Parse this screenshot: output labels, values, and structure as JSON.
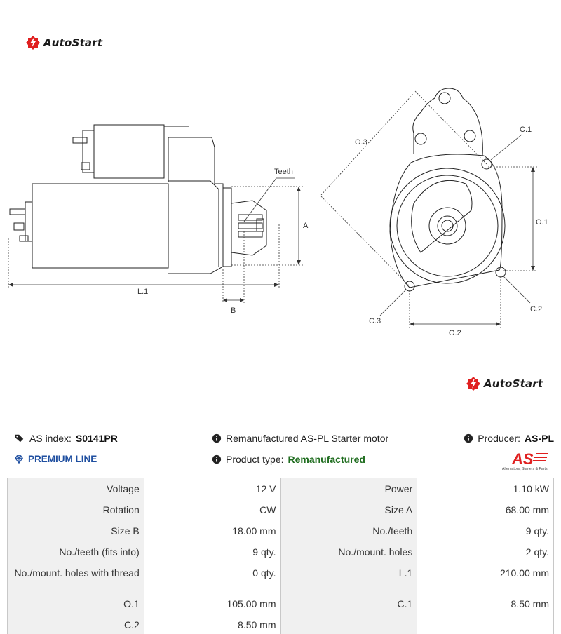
{
  "brand": {
    "name": "AutoStart",
    "accent": "#e02020"
  },
  "drawing_labels": {
    "teeth": "Teeth",
    "a": "A",
    "b": "B",
    "l1": "L.1",
    "o1": "O.1",
    "o2": "O.2",
    "o3": "O.3",
    "c1": "C.1",
    "c2": "C.2",
    "c3": "C.3"
  },
  "info": {
    "as_index_label": "AS index:",
    "as_index_value": "S0141PR",
    "premium": "PREMIUM LINE",
    "description": "Remanufactured AS-PL Starter motor",
    "product_type_label": "Product type:",
    "product_type_value": "Remanufactured",
    "producer_label": "Producer:",
    "producer_value": "AS-PL",
    "as_logo_text": "AS",
    "as_logo_caption": "Alternators, Starters & Parts"
  },
  "specs": [
    {
      "l1": "Voltage",
      "v1": "12 V",
      "l2": "Power",
      "v2": "1.10 kW"
    },
    {
      "l1": "Rotation",
      "v1": "CW",
      "l2": "Size A",
      "v2": "68.00 mm"
    },
    {
      "l1": "Size B",
      "v1": "18.00 mm",
      "l2": "No./teeth",
      "v2": "9 qty."
    },
    {
      "l1": "No./teeth (fits into)",
      "v1": "9 qty.",
      "l2": "No./mount. holes",
      "v2": "2 qty."
    },
    {
      "l1": "No./mount. holes with thread",
      "v1": "0 qty.",
      "l2": "L.1",
      "v2": "210.00 mm"
    },
    {
      "l1": "O.1",
      "v1": "105.00 mm",
      "l2": "C.1",
      "v2": "8.50 mm"
    },
    {
      "l1": "C.2",
      "v1": "8.50 mm",
      "l2": "",
      "v2": ""
    }
  ]
}
